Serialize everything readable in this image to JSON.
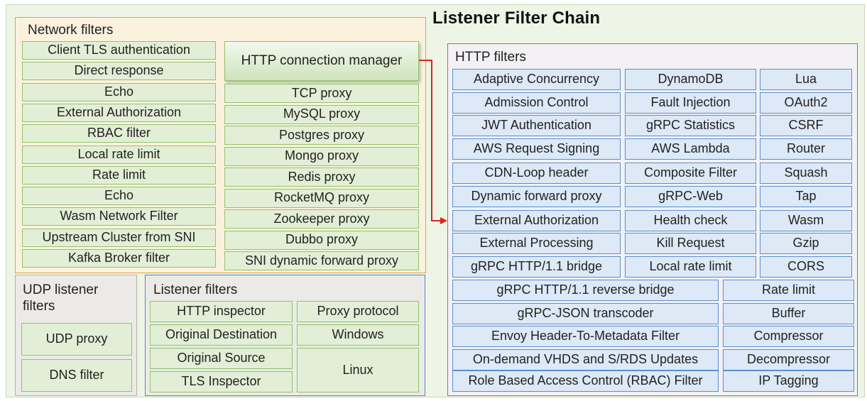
{
  "title": "Listener Filter Chain",
  "network": {
    "title": "Network filters",
    "left": [
      "Client TLS authentication",
      "Direct response",
      "Echo",
      "External Authorization",
      "RBAC filter",
      "Local rate limit",
      "Rate limit",
      "Echo",
      "Wasm Network Filter",
      "Upstream Cluster from SNI",
      "Kafka Broker filter"
    ],
    "hcm": "HTTP connection manager",
    "right": [
      "TCP proxy",
      "MySQL proxy",
      "Postgres proxy",
      "Mongo proxy",
      "Redis proxy",
      "RocketMQ proxy",
      "Zookeeper proxy",
      "Dubbo proxy",
      "SNI dynamic forward proxy"
    ]
  },
  "udp": {
    "title": "UDP  listener filters",
    "items": [
      "UDP proxy",
      "DNS filter"
    ]
  },
  "listener": {
    "title": "Listener filters",
    "left": [
      "HTTP inspector",
      "Original Destination",
      "Original Source",
      "TLS Inspector"
    ],
    "right": [
      "Proxy protocol",
      "Windows",
      "Linux"
    ]
  },
  "http": {
    "title": "HTTP filters",
    "col1": [
      "Adaptive Concurrency",
      "Admission Control",
      "JWT Authentication",
      "AWS Request Signing",
      "CDN-Loop header",
      "Dynamic forward proxy",
      "External Authorization",
      "External Processing",
      "gRPC HTTP/1.1 bridge"
    ],
    "col2": [
      "DynamoDB",
      "Fault Injection",
      "gRPC Statistics",
      "AWS Lambda",
      "Composite Filter",
      "gRPC-Web",
      "Health check",
      "Kill Request",
      "Local rate limit"
    ],
    "col3": [
      "Lua",
      "OAuth2",
      "CSRF",
      "Router",
      "Squash",
      "Tap",
      "Wasm",
      "Gzip",
      "CORS"
    ],
    "wide": [
      "gRPC HTTP/1.1 reverse bridge",
      "gRPC-JSON transcoder",
      "Envoy Header-To-Metadata Filter",
      "On-demand VHDS and S/RDS Updates",
      "Role Based Access Control (RBAC) Filter"
    ],
    "right": [
      "Rate limit",
      "Buffer",
      "Compressor",
      "Decompressor",
      "IP Tagging"
    ]
  },
  "colors": {
    "green_border": "#8fc46a",
    "green_fill": "#e2efd6",
    "blue_border": "#5a8fcf",
    "blue_fill": "#dde9f7",
    "arrow": "#e0221b"
  }
}
